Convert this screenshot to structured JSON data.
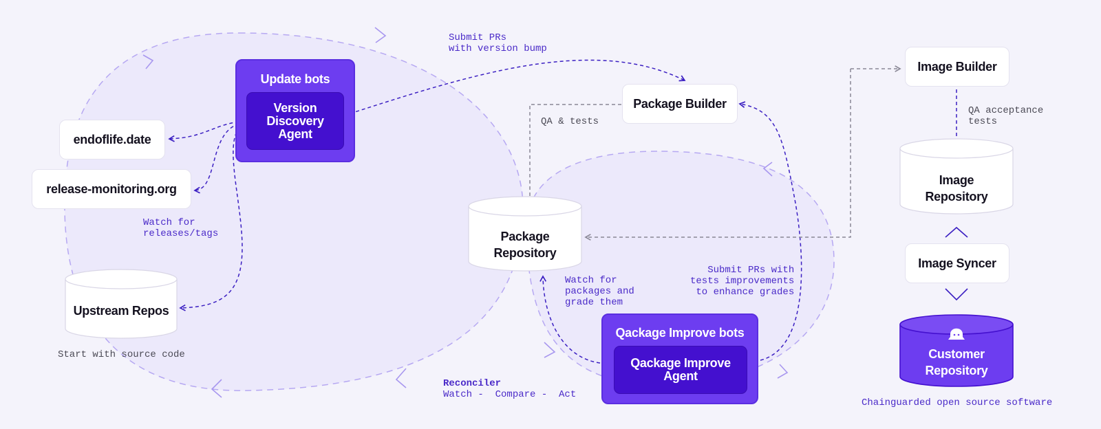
{
  "nodes": {
    "update_bots_title": "Update bots",
    "version_discovery_agent": "Version\nDiscovery\nAgent",
    "endoflife": "endoflife.date",
    "release_monitoring": "release-monitoring.org",
    "upstream_repos": "Upstream Repos",
    "package_builder": "Package Builder",
    "package_repository": "Package\nRepository",
    "improve_bots_title": "Qackage Improve bots",
    "improve_agent": "Qackage Improve\nAgent",
    "image_builder": "Image Builder",
    "image_repository": "Image\nRepository",
    "image_syncer": "Image Syncer",
    "customer_repository": "Customer\nRepository"
  },
  "notes": {
    "submit_prs_version": "Submit PRs\nwith version bump",
    "qa_tests": "QA & tests",
    "watch_releases": "Watch for\nreleases/tags",
    "start_source": "Start with source code",
    "watch_packages": "Watch for\npackages and\ngrade them",
    "submit_prs_tests": "Submit PRs with\ntests improvements\nto enhance grades",
    "reconciler_title": "Reconciler",
    "reconciler_steps": "Watch -  Compare -  Act",
    "qa_acceptance": "QA acceptance\ntests",
    "chainguarded": "Chainguarded open source software"
  },
  "colors": {
    "accent": "#6d3df0",
    "accent_dark": "#4410cf",
    "link": "#4a2ac8",
    "background": "#f4f3fb"
  }
}
